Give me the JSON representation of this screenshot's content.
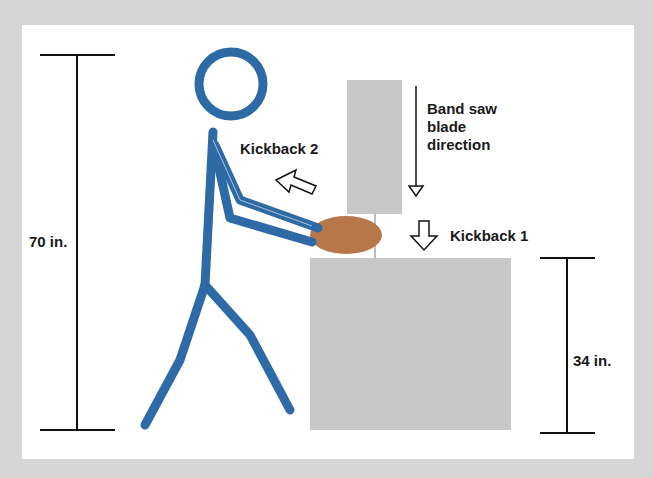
{
  "diagram": {
    "labels": [
      "Kickback 2",
      "Band saw blade direction",
      "Kickback 1",
      "70 in.",
      "34 in."
    ]
  }
}
